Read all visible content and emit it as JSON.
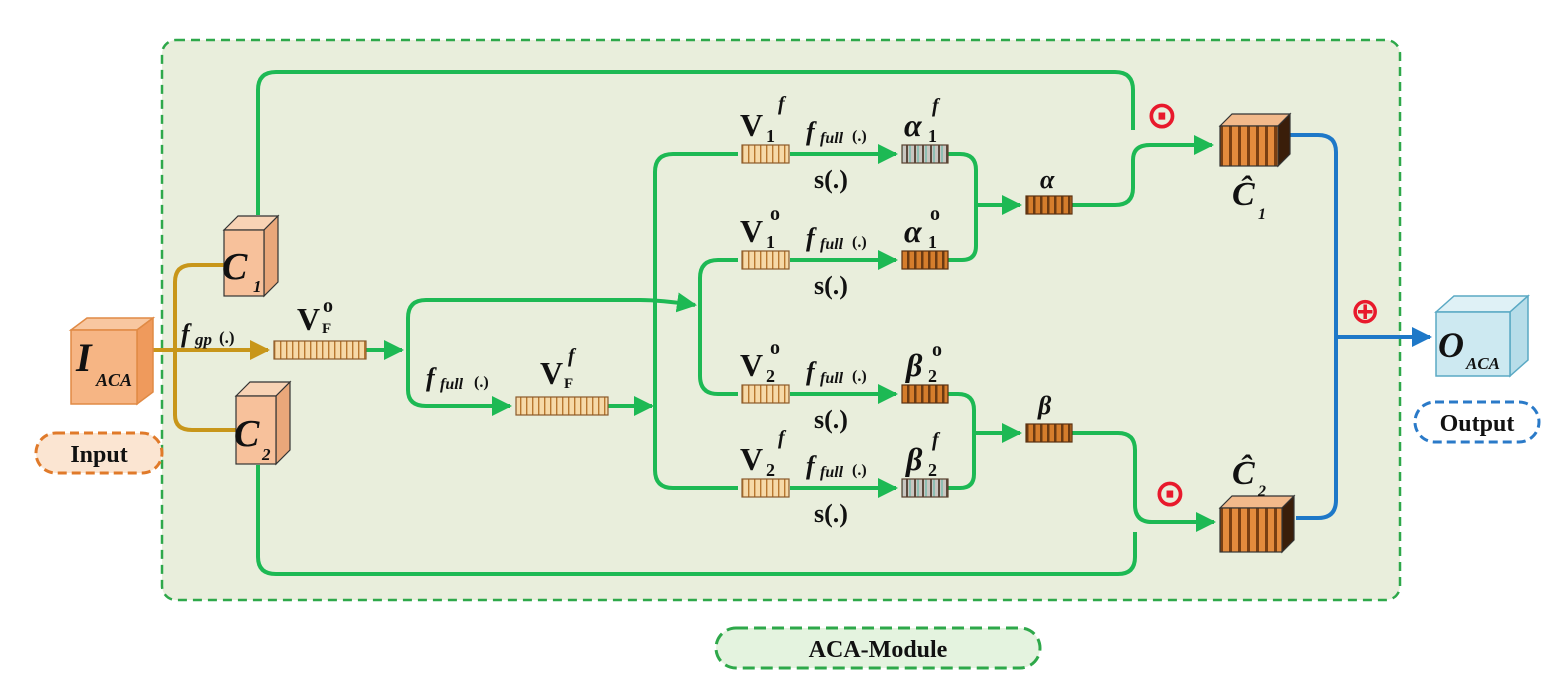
{
  "module_label": "ACA-Module",
  "input_label": "Input",
  "output_label": "Output",
  "input_node": {
    "main": "I",
    "sub": "ACA"
  },
  "output_node": {
    "main": "O",
    "sub": "ACA"
  },
  "c1": {
    "main": "C",
    "sub": "1"
  },
  "c2": {
    "main": "C",
    "sub": "2"
  },
  "c1_hat": {
    "main": "Ĉ",
    "sub": "1"
  },
  "c2_hat": {
    "main": "Ĉ",
    "sub": "2"
  },
  "vf_o": {
    "main": "V",
    "sub": "F",
    "sup": "o"
  },
  "vf_f": {
    "main": "V",
    "sub": "F",
    "sup": "f"
  },
  "v1_f": {
    "main": "V",
    "sub": "1",
    "sup": "f"
  },
  "v1_o": {
    "main": "V",
    "sub": "1",
    "sup": "o"
  },
  "v2_o": {
    "main": "V",
    "sub": "2",
    "sup": "o"
  },
  "v2_f": {
    "main": "V",
    "sub": "2",
    "sup": "f"
  },
  "alpha1_f": {
    "main": "α",
    "sub": "1",
    "sup": "f"
  },
  "alpha1_o": {
    "main": "α",
    "sub": "1",
    "sup": "o"
  },
  "beta2_o": {
    "main": "β",
    "sub": "2",
    "sup": "o"
  },
  "beta2_f": {
    "main": "β",
    "sub": "2",
    "sup": "f"
  },
  "alpha": "α",
  "beta": "β",
  "f_gp": {
    "main": "f",
    "sub": "gp",
    "arg": "(.)"
  },
  "f_full": {
    "main": "f",
    "sub": "full",
    "arg": "(.)"
  },
  "s_func": "s(.)",
  "odot_symbol": "⊙",
  "oplus_symbol": "⊕",
  "colors": {
    "green_line": "#1db954",
    "gold_line": "#c8961a",
    "blue_line": "#1e78c8",
    "module_bg": "#e9eedc",
    "module_border": "#2ea84a",
    "input_border": "#e07a2a",
    "output_border": "#2a7ac8",
    "operator_red": "#e8192c"
  }
}
